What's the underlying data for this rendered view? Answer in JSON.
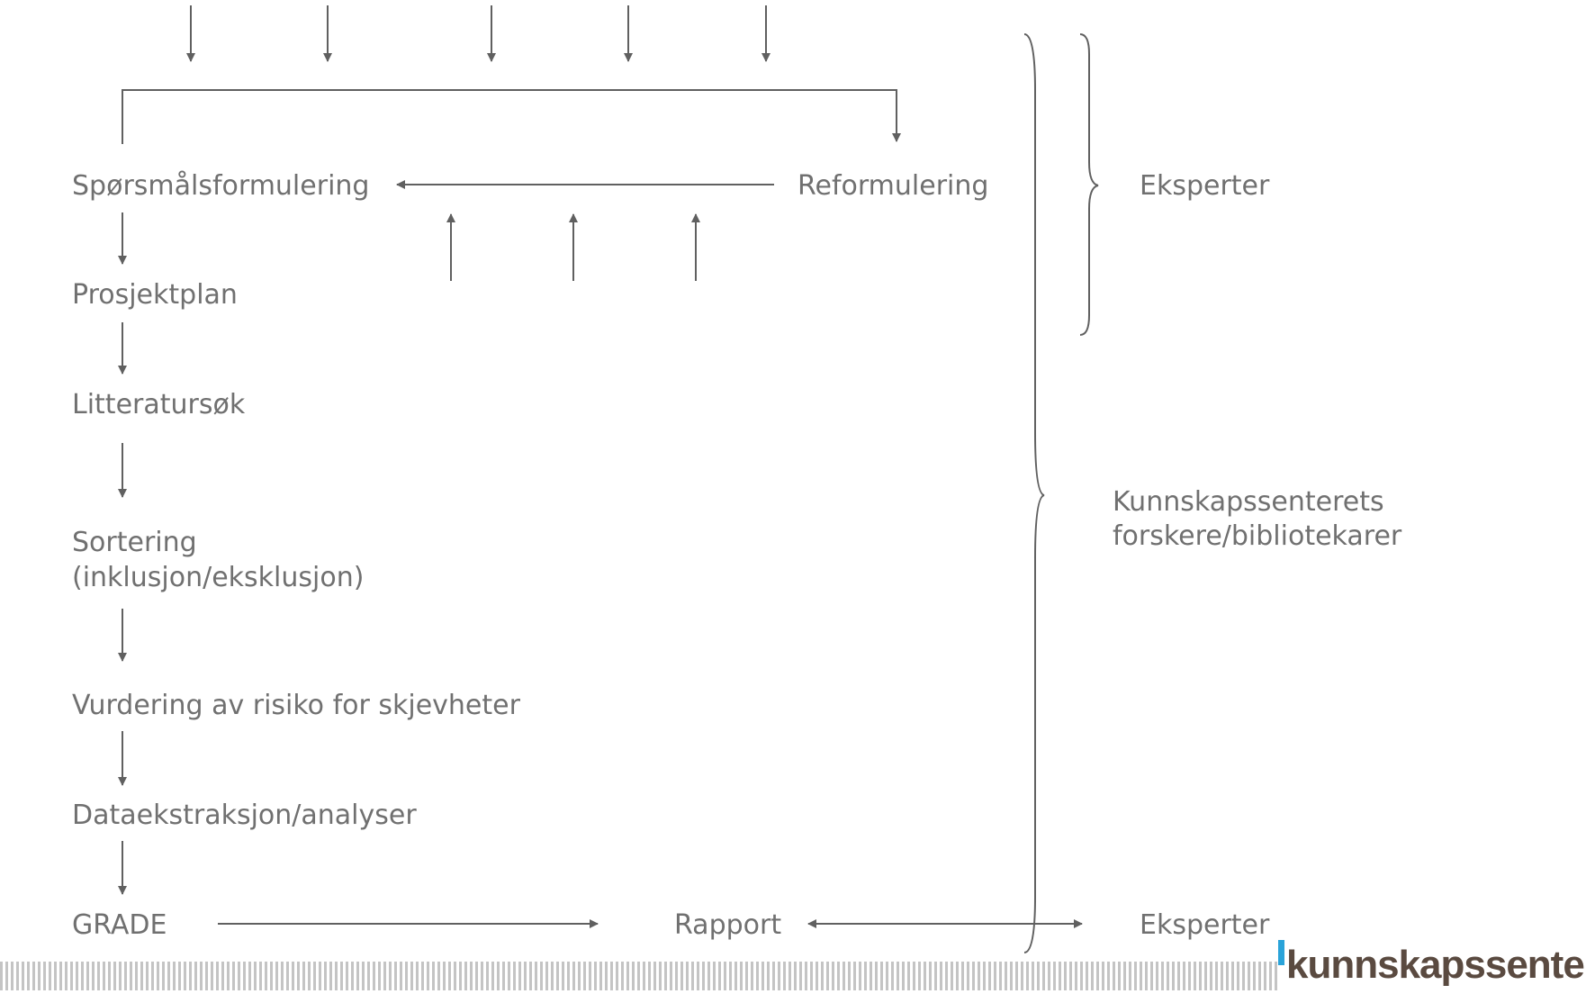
{
  "steps": {
    "question": "Spørsmålsformulering",
    "reformulation": "Reformulering",
    "project_plan": "Prosjektplan",
    "literature_search": "Litteratursøk",
    "sorting_line1": "Sortering",
    "sorting_line2": "(inklusjon/eksklusjon)",
    "bias_assessment": "Vurdering av risiko for skjevheter",
    "data_extraction": "Dataekstraksjon/analyser",
    "grade": "GRADE",
    "report": "Rapport"
  },
  "roles": {
    "experts_top": "Eksperter",
    "researchers_line1": "Kunnskapssenterets",
    "researchers_line2": "forskere/bibliotekarer",
    "experts_bottom": "Eksperter"
  },
  "logo": {
    "text": "kunnskapssenteret"
  },
  "colors": {
    "text": "#707070",
    "lines": "#606060",
    "logo_accent": "#2aa3d9",
    "logo_text": "#5a4a40"
  }
}
